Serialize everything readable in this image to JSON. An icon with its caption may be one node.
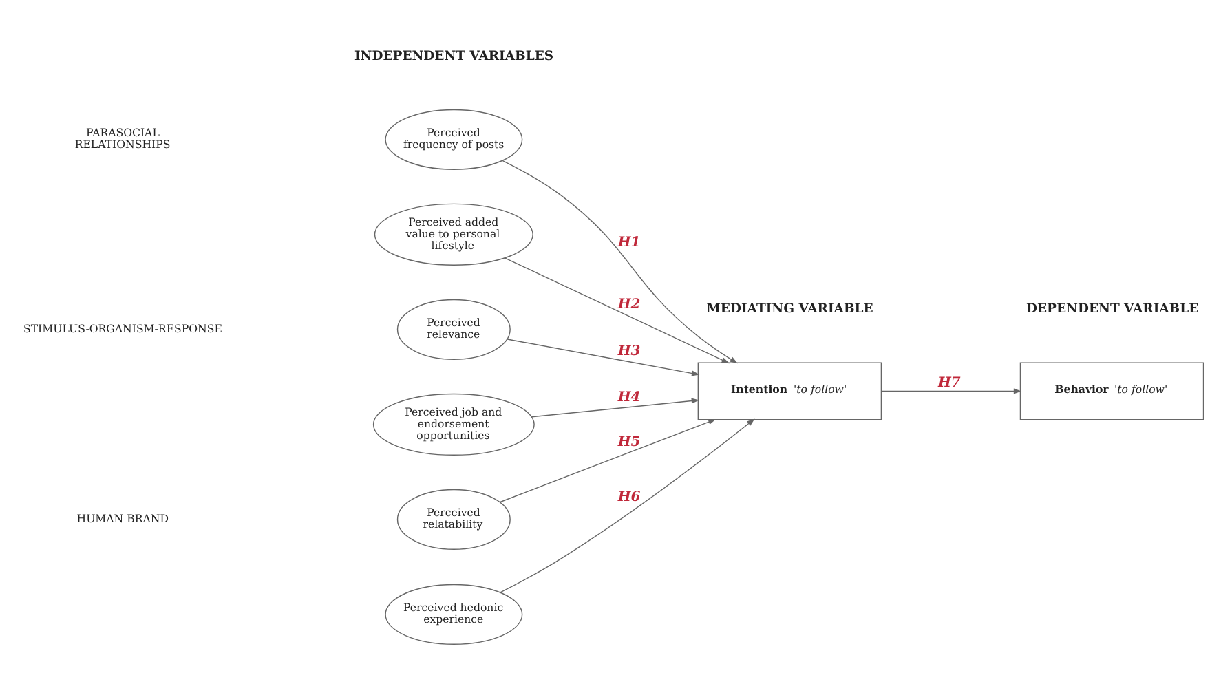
{
  "diagram": {
    "nodes": [
      {
        "text": [
          "Perceived frequency of posts"
        ]
      },
      {
        "text": [
          "Perceived added value to personal lifestyle"
        ]
      },
      {
        "text": [
          "Perceived relevance"
        ]
      },
      {
        "text": [
          "Perceived job and endorsement opportunities"
        ]
      },
      {
        "text": [
          "Perceived relatability"
        ]
      },
      {
        "text": [
          "Perceived hedonic experience"
        ]
      },
      {
        "text": [
          "**Intention** *'to follow'*"
        ]
      },
      {
        "text": [
          "**Behavior** *'to follow'*"
        ]
      }
    ],
    "edges": [
      {
        "from": 0,
        "to": 6,
        "arrow": "to",
        "label": "H1"
      },
      {
        "from": 1,
        "to": 6,
        "arrow": "to",
        "label": "H2"
      },
      {
        "from": 2,
        "to": 6,
        "arrow": "to",
        "label": "H3"
      },
      {
        "from": 3,
        "to": 6,
        "arrow": "to",
        "label": "H4"
      },
      {
        "from": 4,
        "to": 6,
        "arrow": "to",
        "label": "H5"
      },
      {
        "from": 5,
        "to": 6,
        "arrow": "to",
        "label": "H6"
      },
      {
        "from": 6,
        "to": 7,
        "arrow": "to",
        "label": "H7"
      }
    ],
    "labels": [
      "INDEPENDENT VARIABLES",
      "MEDIATING VARIABLE",
      "DEPENDENT VARIABLE",
      "PARASOCIAL RELATIONSHIPS",
      "STIMULUS-ORGANISM-RESPONSE",
      "HUMAN BRAND"
    ]
  }
}
